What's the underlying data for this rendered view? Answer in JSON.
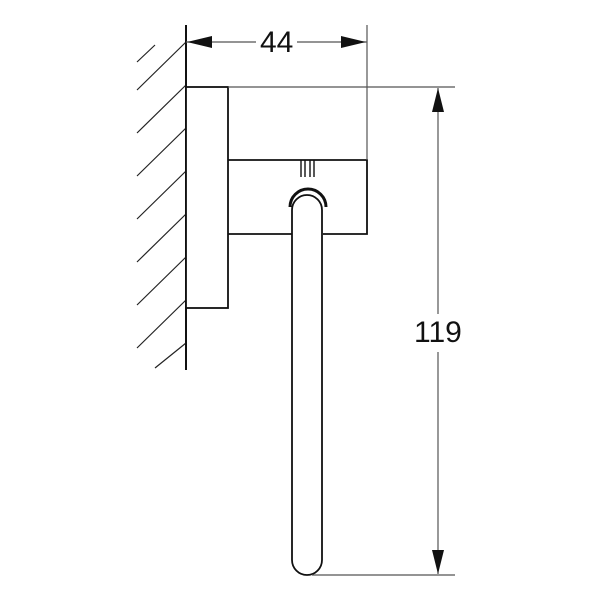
{
  "drawing": {
    "subject": "wall-mounted towel ring / holder side view",
    "colors": {
      "line": "#111111",
      "dimension": "#555555",
      "background": "#ffffff"
    }
  },
  "dimensions": {
    "depth": {
      "value": "44",
      "orientation": "horizontal"
    },
    "height": {
      "value": "119",
      "orientation": "vertical"
    }
  }
}
